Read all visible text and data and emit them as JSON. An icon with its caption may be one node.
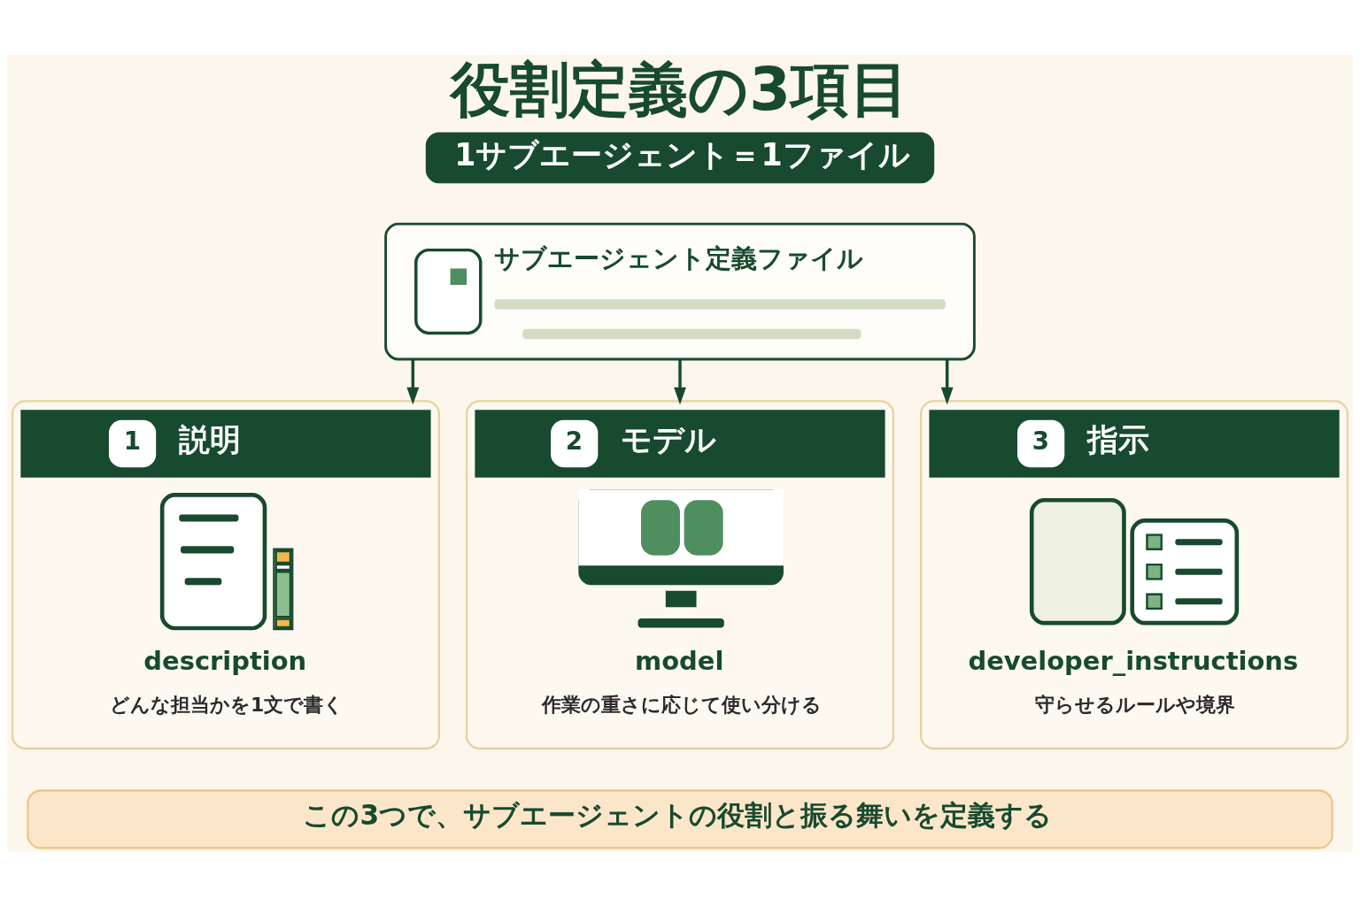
{
  "diagram": {
    "title": "役割定義の3項目",
    "nodes": [
      {
        "text": [
          "1サブエージェント＝1ファイル"
        ]
      },
      {
        "text": [
          "サブエージェント定義ファイル"
        ]
      },
      {
        "text": [
          "1",
          "説明",
          "description",
          "どんな担当かを1文で書く"
        ]
      },
      {
        "text": [
          "2",
          "モデル",
          "model",
          "作業の重さに応じて使い分ける"
        ]
      },
      {
        "text": [
          "3",
          "指示",
          "developer_instructions",
          "守らせるルールや境界"
        ]
      },
      {
        "text": [
          "この3つで、サブエージェントの役割と振る舞いを定義する"
        ]
      }
    ],
    "edges": [
      {
        "from": 1,
        "to": 2,
        "arrow": "to"
      },
      {
        "from": 1,
        "to": 3,
        "arrow": "to"
      },
      {
        "from": 1,
        "to": 4,
        "arrow": "to"
      }
    ]
  }
}
